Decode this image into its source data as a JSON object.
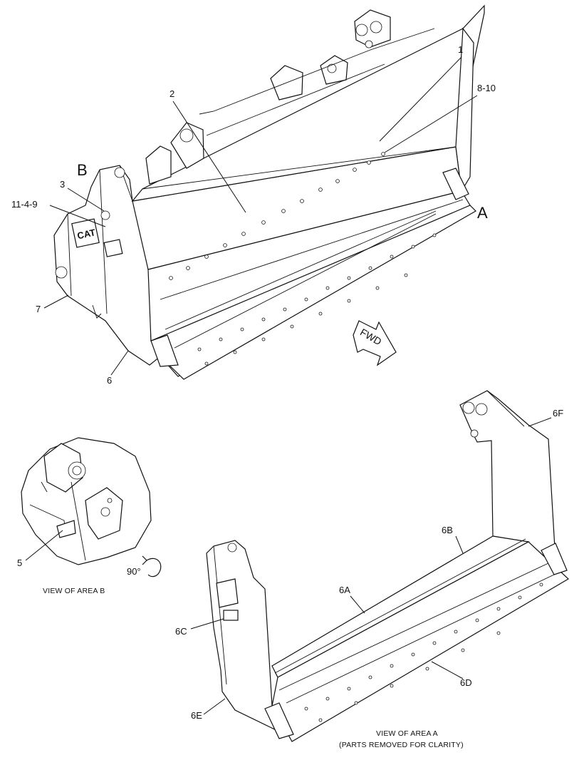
{
  "callouts": {
    "c1": "1",
    "c2": "2",
    "c3": "3",
    "c5": "5",
    "c6": "6",
    "c7": "7",
    "c810": "8-10",
    "c1149": "11-4-9",
    "c6a": "6A",
    "c6b": "6B",
    "c6c": "6C",
    "c6d": "6D",
    "c6e": "6E",
    "c6f": "6F"
  },
  "area_letters": {
    "a": "A",
    "b": "B"
  },
  "fwd_label": "FWD",
  "logo_text": "CAT",
  "rotation_label": "90°",
  "captions": {
    "view_b": "VIEW OF AREA B",
    "view_a_line1": "VIEW OF AREA A",
    "view_a_line2": "(PARTS REMOVED FOR CLARITY)"
  }
}
